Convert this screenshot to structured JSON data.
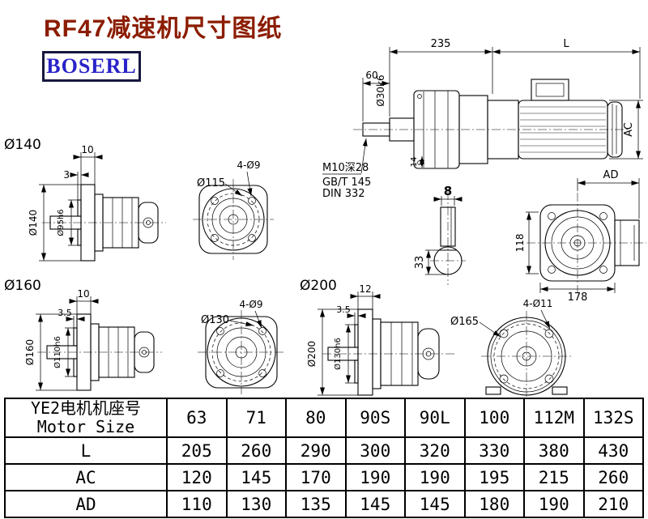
{
  "page": {
    "title": "RF47减速机尺寸图纸",
    "brand": "BOSERL"
  },
  "colors": {
    "title_accent": "#8b1c00",
    "brand_blue": "#2a23c7"
  },
  "main_view": {
    "dim_width": "235",
    "dim_length": "L",
    "dim_shaft_len": "60",
    "shaft_dia": "Ø30k6",
    "dim_14": "14",
    "dim_height": "AC",
    "tap_note": [
      "M10深28",
      "GB/T 145",
      "DIN 332"
    ]
  },
  "key_section": {
    "key_width": "8",
    "key_height": "33"
  },
  "back_view": {
    "dim_ad": "AD",
    "dim_118": "118",
    "dim_178": "178"
  },
  "flange_140": {
    "title": "Ø140",
    "flange_thk": "10",
    "pilot_depth": "3",
    "outer_dia": "Ø140",
    "pilot_dia": "Ø95h6",
    "holes": "4-Ø9",
    "bolt_circle": "Ø115"
  },
  "flange_160": {
    "title": "Ø160",
    "flange_thk": "10",
    "pilot_depth": "3.5",
    "outer_dia": "Ø160",
    "pilot_dia": "Ø110h6",
    "holes": "4-Ø9",
    "bolt_circle": "Ø130"
  },
  "flange_200": {
    "title": "Ø200",
    "flange_thk": "12",
    "pilot_depth": "3.5",
    "outer_dia": "Ø200",
    "pilot_dia": "Ø130h6",
    "holes": "4-Ø11",
    "bolt_circle": "Ø165"
  },
  "table": {
    "header_cn": "YE2电机机座号",
    "header_en": "Motor Size",
    "sizes": [
      "63",
      "71",
      "80",
      "90S",
      "90L",
      "100",
      "112M",
      "132S"
    ],
    "rows": [
      {
        "label": "L",
        "values": [
          "205",
          "260",
          "290",
          "300",
          "320",
          "330",
          "380",
          "430"
        ]
      },
      {
        "label": "AC",
        "values": [
          "120",
          "145",
          "170",
          "190",
          "190",
          "195",
          "215",
          "260"
        ]
      },
      {
        "label": "AD",
        "values": [
          "110",
          "130",
          "135",
          "145",
          "145",
          "180",
          "190",
          "210"
        ]
      }
    ]
  }
}
